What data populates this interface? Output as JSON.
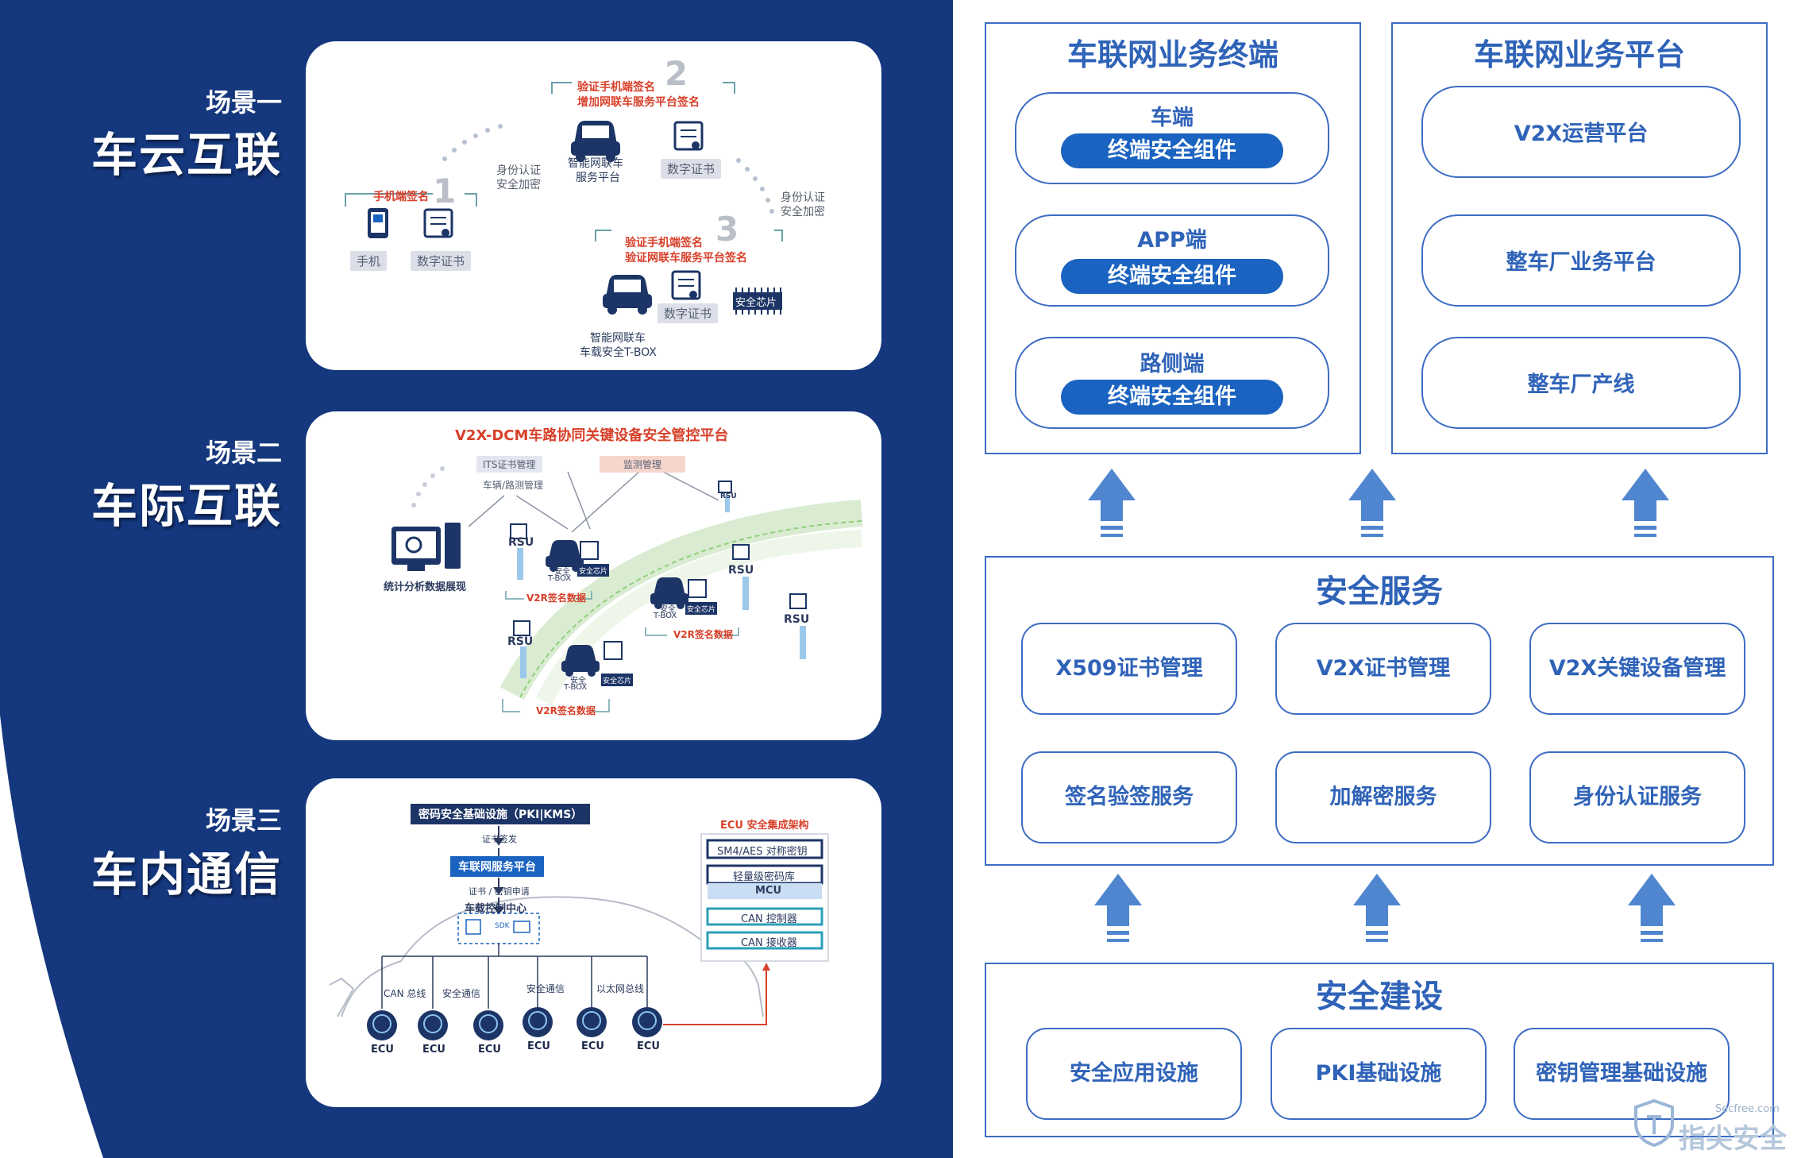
{
  "colors": {
    "navy": "#14377d",
    "accent_blue": "#1a63c0",
    "panel_blue": "#3d6cc4",
    "red": "#d8402a"
  },
  "left": {
    "scenes": [
      {
        "index_label": "场景一",
        "title": "车云互联"
      },
      {
        "index_label": "场景二",
        "title": "车际互联"
      },
      {
        "index_label": "场景三",
        "title": "车内通信"
      }
    ],
    "card1": {
      "step1_num": "1",
      "step1_label": "手机端签名",
      "phone": "手机",
      "cert": "数字证书",
      "step2_num": "2",
      "step2_line1": "验证手机端签名",
      "step2_line2": "增加网联车服务平台签名",
      "platform_line1": "智能网联车",
      "platform_line2": "服务平台",
      "cert2": "数字证书",
      "auth_left_1": "身份认证",
      "auth_left_2": "安全加密",
      "auth_right_1": "身份认证",
      "auth_right_2": "安全加密",
      "step3_num": "3",
      "step3_line1": "验证手机端签名",
      "step3_line2": "验证网联车服务平台签名",
      "car_line1": "智能网联车",
      "car_line2": "车载安全T-BOX",
      "cert3": "数字证书",
      "chip": "安全芯片"
    },
    "card2": {
      "title": "V2X-DCM车路协同关键设备安全管控平台",
      "its": "ITS证书管理",
      "vehicle_mgmt": "车辆/路测管理",
      "monitor": "监测管理",
      "stats": "统计分析数据展现",
      "rsu": "RSU",
      "tbox1": "安全",
      "tbox2": "T-BOX",
      "chip": "安全芯片",
      "v2r": "V2R签名数据"
    },
    "card3": {
      "pki": "密码安全基础设施（PKI|KMS）",
      "cert_issue": "证书签发",
      "platform": "车联网服务平台",
      "cert_req": "证书 / 密钥申请",
      "control_center": "车载控制中心",
      "can_bus": "CAN 总线",
      "secure_comm1": "安全通信",
      "secure_comm2": "安全通信",
      "eth_bus": "以太网总线",
      "ecu": "ECU",
      "ecu_title": "ECU 安全集成架构",
      "sm4": "SM4/AES 对称密钥",
      "light_lib": "轻量级密码库",
      "mcu": "MCU",
      "can_ctrl": "CAN 控制器",
      "can_recv": "CAN 接收器",
      "sdk": "SDK"
    }
  },
  "right": {
    "terminal": {
      "title": "车联网业务终端",
      "items": [
        {
          "label": "车端",
          "component": "终端安全组件"
        },
        {
          "label": "APP端",
          "component": "终端安全组件"
        },
        {
          "label": "路侧端",
          "component": "终端安全组件"
        }
      ]
    },
    "platform": {
      "title": "车联网业务平台",
      "items": [
        "V2X运营平台",
        "整车厂业务平台",
        "整车厂产线"
      ]
    },
    "services": {
      "title": "安全服务",
      "items": [
        "X509证书管理",
        "V2X证书管理",
        "V2X关键设备管理",
        "签名验签服务",
        "加解密服务",
        "身份认证服务"
      ]
    },
    "construction": {
      "title": "安全建设",
      "items": [
        "安全应用设施",
        "PKI基础设施",
        "密钥管理基础设施"
      ]
    },
    "watermark": {
      "brand": "指尖安全",
      "site": "Secfree.com"
    }
  }
}
